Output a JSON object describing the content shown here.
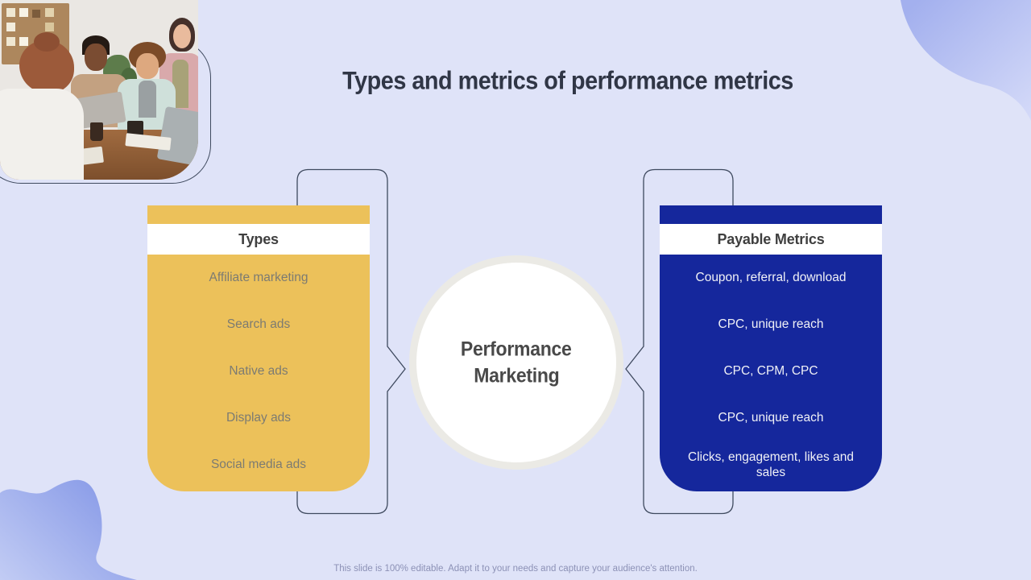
{
  "slide": {
    "title": "Types and metrics of performance metrics",
    "footer": "This slide is 100% editable. Adapt it to your needs and capture your audience's attention.",
    "center_circle": {
      "line1": "Performance",
      "line2": "Marketing"
    },
    "left_panel": {
      "header": "Types",
      "items": [
        "Affiliate marketing",
        "Search ads",
        "Native ads",
        "Display ads",
        "Social media ads"
      ]
    },
    "right_panel": {
      "header": "Payable Metrics",
      "items": [
        "Coupon, referral, download",
        "CPC, unique reach",
        "CPC, CPM, CPC",
        "CPC, unique reach",
        "Clicks, engagement, likes and sales"
      ]
    },
    "colors": {
      "background": "#dfe3f8",
      "panel_yellow": "#ecc15a",
      "panel_blue": "#15279c",
      "outline_stroke": "#3f4a5f",
      "title_text": "#303646",
      "blob_accent": "#8b9de8"
    },
    "photo": {
      "description": "team meeting photo"
    }
  }
}
